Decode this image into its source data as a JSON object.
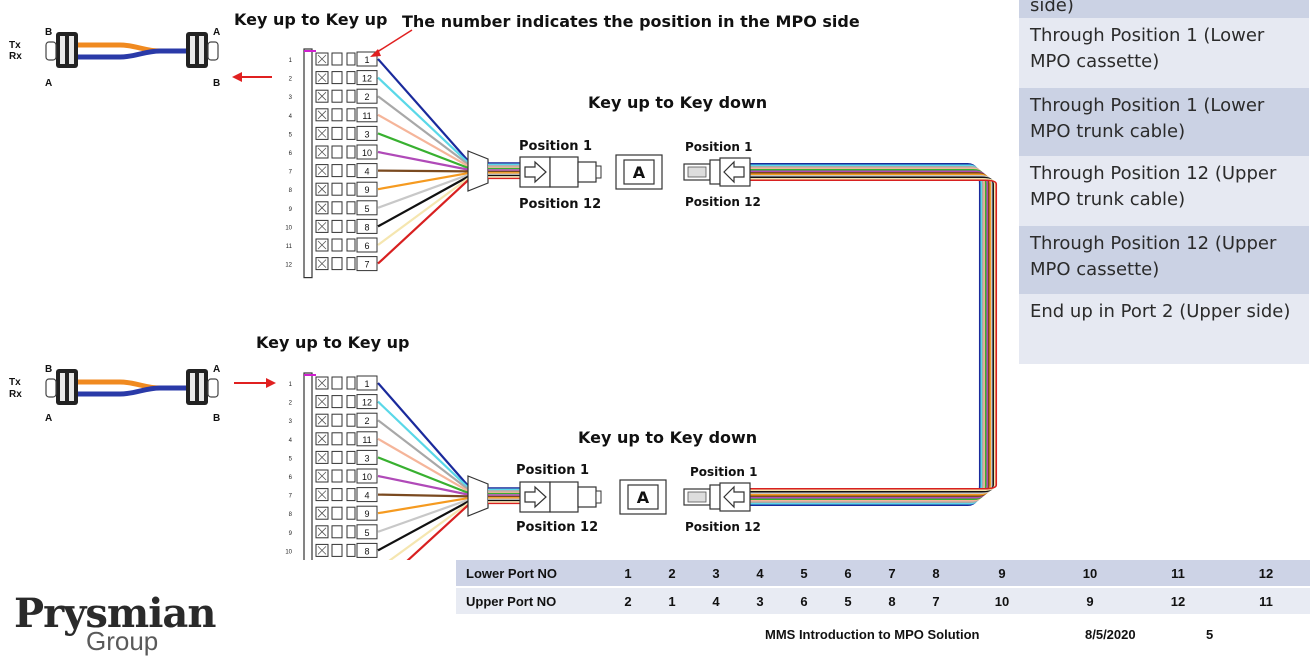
{
  "diagram": {
    "top_section": {
      "heading": "Key up to Key up",
      "annotation": "The number indicates the position in the MPO side",
      "junction_label": "Key up to Key down",
      "position_1_left": "Position 1",
      "position_12_left": "Position 12",
      "position_1_right": "Position 1",
      "position_12_right": "Position 12",
      "adapter_label": "A"
    },
    "bottom_section": {
      "heading": "Key up to Key up",
      "junction_label": "Key up to Key down",
      "position_1_left": "Position 1",
      "position_12_left": "Position 12",
      "position_1_right": "Position 1",
      "position_12_right": "Position 12",
      "adapter_label": "A"
    },
    "patch_cord": {
      "tx": "Tx",
      "rx": "Rx",
      "end_left_top": "B",
      "end_left_bottom": "A",
      "end_right_top": "A",
      "end_right_bottom": "B"
    },
    "port_numbers": [
      "1",
      "2",
      "3",
      "4",
      "5",
      "6",
      "7",
      "8",
      "9",
      "10",
      "11",
      "12"
    ],
    "mpo_sequence": [
      "1",
      "12",
      "2",
      "11",
      "3",
      "10",
      "4",
      "9",
      "5",
      "8",
      "6",
      "7"
    ],
    "fiber_colors": [
      "#1a2a9c",
      "#5ad8e8",
      "#a8a8a8",
      "#f5b59a",
      "#38b030",
      "#b04ab8",
      "#7a4a20",
      "#f59a20",
      "#c8c8c8",
      "#111111",
      "#f5e6b0",
      "#d82020"
    ],
    "sidebar": [
      "side)",
      "Through Position 1 (Lower MPO cassette)",
      "Through Position 1 (Lower MPO trunk cable)",
      "Through Position 12 (Upper MPO trunk cable)",
      "Through Position 12 (Upper MPO cassette)",
      "End up in Port 2 (Upper side)"
    ],
    "colors": {
      "arrow": "#e02020",
      "band_dark": "#cbd2e4",
      "band_light": "#e6e9f2"
    }
  },
  "port_table": {
    "lower_label": "Lower Port NO",
    "upper_label": "Upper Port NO",
    "lower": [
      "1",
      "2",
      "3",
      "4",
      "5",
      "6",
      "7",
      "8",
      "9",
      "10",
      "11",
      "12"
    ],
    "upper": [
      "2",
      "1",
      "4",
      "3",
      "6",
      "5",
      "8",
      "7",
      "10",
      "9",
      "12",
      "11"
    ]
  },
  "footer": {
    "title": "MMS Introduction to MPO Solution",
    "date": "8/5/2020",
    "page": "5"
  },
  "logo": {
    "name": "Prysmian",
    "sub": "Group"
  }
}
